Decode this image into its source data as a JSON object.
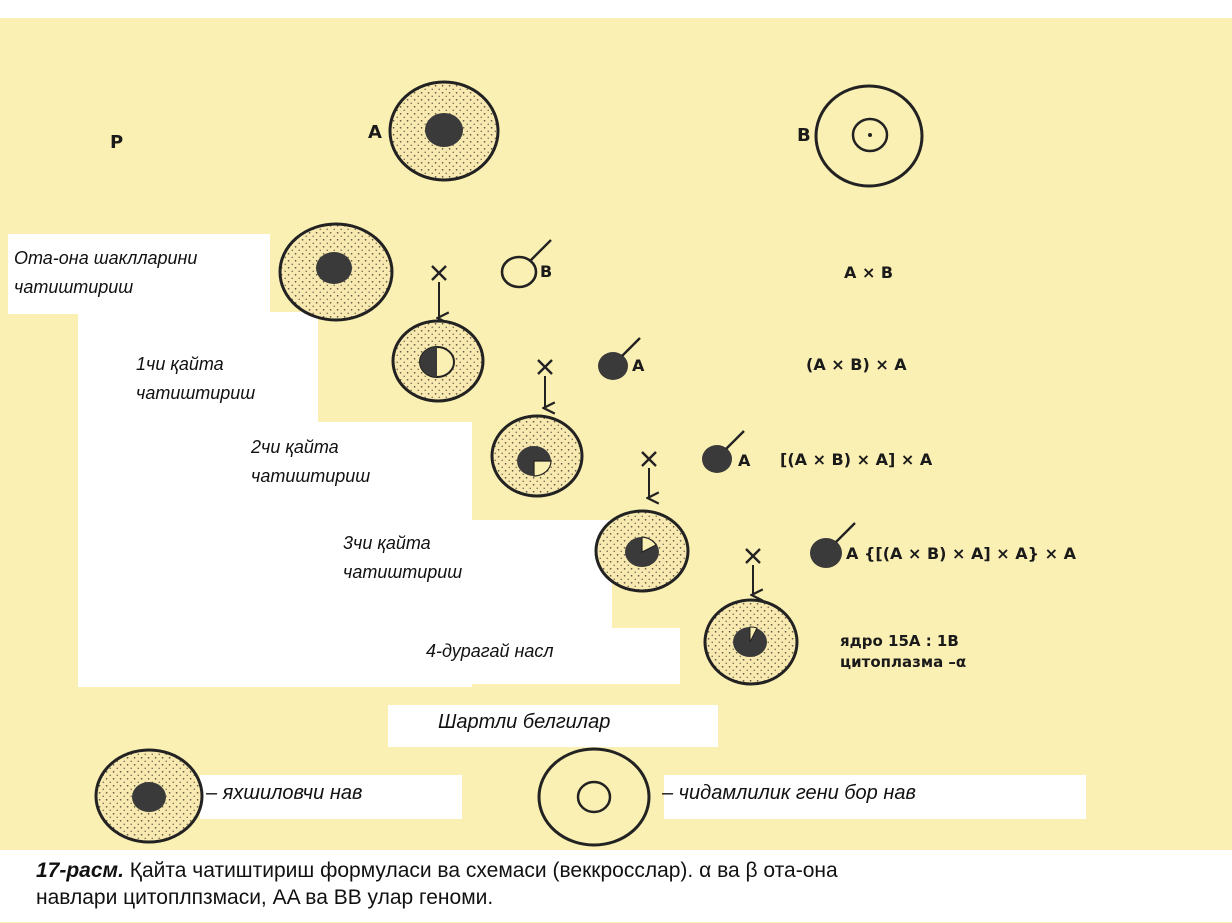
{
  "labels": {
    "p": "P",
    "parent_a": "A",
    "parent_b": "B",
    "cross_b": "B",
    "crossing_parents": [
      "Ота-она шаклларини",
      "чатиштириш"
    ],
    "backcross_1": [
      "1чи қайта",
      "чатиштириш"
    ],
    "backcross_2": [
      "2чи қайта",
      "чатиштириш"
    ],
    "backcross_3": [
      "3чи қайта",
      "чатиштириш"
    ],
    "hybrid_4": "4-дурагай насл",
    "pollen_a1": "A",
    "pollen_a2": "A",
    "pollen_a3": "A"
  },
  "formulas": {
    "f0": "A × B",
    "f1": "(A × B) × A",
    "f2": "[(A × B) × A] × A",
    "f3": "{[(A × B) × A] × A} × A",
    "result_line1": "ядро 15A : 1B",
    "result_line2": "цитоплазма –α"
  },
  "legend": {
    "title": "Шартли белгилар",
    "improver": "– яхшиловчи нав",
    "resistant": "– чидамлилик гени бор нав"
  },
  "caption": {
    "label": "17-расм.",
    "text": " Қайта чатиштириш формуласи ва схемаси (веккросслар).  α ва  β ота-она",
    "line2": "навлари цитоплпзмаси, AA ва BB улар геноми."
  },
  "colors": {
    "paper": "#fbf0b4",
    "ink": "#222222",
    "nucleus": "#3a3a3a"
  }
}
